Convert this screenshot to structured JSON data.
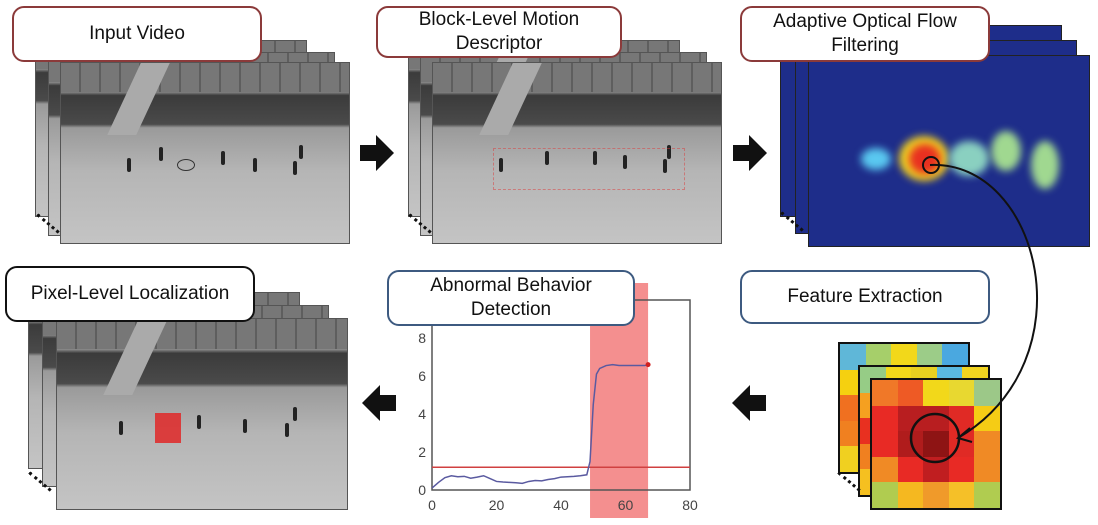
{
  "labels": {
    "input_video": "Input Video",
    "block_level": "Block-Level Motion Descriptor",
    "adaptive_flow": "Adaptive Optical Flow Filtering",
    "pixel_level": "Pixel-Level Localization",
    "abnormal": "Abnormal Behavior Detection",
    "feature": "Feature Extraction"
  },
  "colors": {
    "red_label_border": "#8b3a3a",
    "blue_label_border": "#3d5a80",
    "heatmap_bg": "#1e2d8a",
    "highlight": "#f06a6a",
    "curve": "#5a5aa0",
    "threshold": "#d04040"
  },
  "chart_data": {
    "type": "line",
    "x": [
      0,
      2,
      4,
      6,
      8,
      10,
      12,
      14,
      16,
      18,
      20,
      22,
      24,
      26,
      28,
      30,
      32,
      34,
      36,
      38,
      40,
      42,
      44,
      46,
      48,
      49,
      50,
      51,
      52,
      54,
      56,
      58,
      60,
      62,
      64,
      66,
      67
    ],
    "y": [
      0.1,
      0.4,
      0.65,
      0.75,
      0.7,
      0.72,
      0.62,
      0.68,
      0.75,
      0.6,
      0.45,
      0.42,
      0.4,
      0.38,
      0.35,
      0.45,
      0.5,
      0.48,
      0.55,
      0.6,
      0.68,
      0.7,
      0.72,
      0.75,
      0.8,
      1.5,
      4.5,
      6.1,
      6.4,
      6.55,
      6.6,
      6.55,
      6.55,
      6.55,
      6.55,
      6.55,
      6.6
    ],
    "threshold": 1.2,
    "highlight_range": [
      49,
      67
    ],
    "xlim": [
      0,
      80
    ],
    "ylim": [
      0,
      10
    ],
    "xticks": [
      "0",
      "20",
      "40",
      "60",
      "80"
    ],
    "yticks": [
      "0",
      "2",
      "4",
      "6",
      "8"
    ],
    "grid": false
  },
  "feature_grids": [
    [
      [
        "#5fb7d8",
        "#a6cf6a",
        "#f2d81a",
        "#9ccc88",
        "#4aa8e0"
      ],
      [
        "#f5d010",
        "#f0c020",
        "#8ac878",
        "#5ab8e0",
        "#f2d420"
      ],
      [
        "#f07020",
        "#f5a020",
        "#e83020",
        "#f07020",
        "#f5c020"
      ],
      [
        "#f08020",
        "#e82a20",
        "#e82a20",
        "#f07020",
        "#f5c020"
      ],
      [
        "#f0d020",
        "#f5b020",
        "#f08020",
        "#f5c020",
        "#b8d040"
      ]
    ],
    [
      [
        "#96cc86",
        "#f2d81a",
        "#e8d020",
        "#5ab8e0",
        "#f2d420"
      ],
      [
        "#f5a020",
        "#f07020",
        "#e84020",
        "#f5b020",
        "#f5d020"
      ],
      [
        "#e83020",
        "#c02020",
        "#e02020",
        "#f07020",
        "#f5c020"
      ],
      [
        "#f08020",
        "#e83020",
        "#e83020",
        "#f08020",
        "#f5c020"
      ],
      [
        "#f5c020",
        "#f5a020",
        "#f5b020",
        "#f5c020",
        "#b8d040"
      ]
    ],
    [
      [
        "#f07828",
        "#ee5a25",
        "#f2d81a",
        "#e8d830",
        "#9cc888"
      ],
      [
        "#e82a25",
        "#b81e20",
        "#b81e20",
        "#e02a25",
        "#f5cc15"
      ],
      [
        "#e82a25",
        "#b01c1c",
        "#8e1414",
        "#e02a25",
        "#f08a25"
      ],
      [
        "#f08a25",
        "#e82a25",
        "#c01e20",
        "#e82a25",
        "#f08a25"
      ],
      [
        "#b0cc50",
        "#f5b820",
        "#f09a2a",
        "#f5c028",
        "#b0cc50"
      ]
    ]
  ]
}
